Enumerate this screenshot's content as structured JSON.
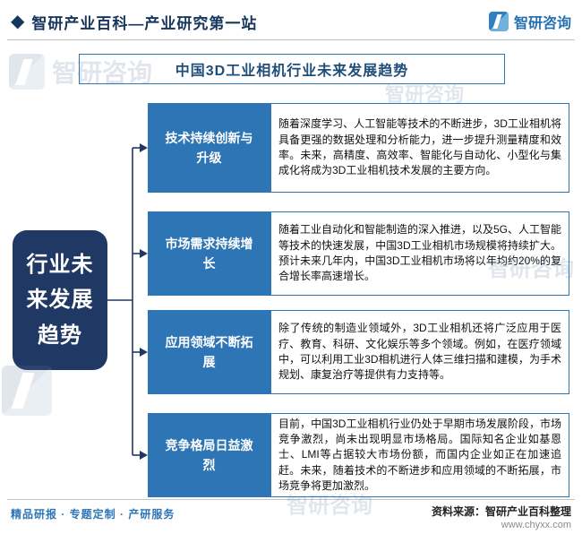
{
  "header": {
    "title": "智研产业百科—产业研究第一站",
    "logo_text": "智研咨询"
  },
  "main": {
    "title": "中国3D工业相机行业未来发展趋势",
    "left_label": "行业未来发展趋势",
    "rows": [
      {
        "label": "技术持续创新与升级",
        "content": "随着深度学习、人工智能等技术的不断进步，3D工业相机将具备更强的数据处理和分析能力，进一步提升测量精度和效率。未来，高精度、高效率、智能化与自动化、小型化与集成化将成为3D工业相机技术发展的主要方向。"
      },
      {
        "label": "市场需求持续增长",
        "content": "随着工业自动化和智能制造的深入推进，以及5G、人工智能等技术的快速发展，中国3D工业相机市场规模将持续扩大。预计未来几年内，中国3D工业相机市场将以年均约20%的复合增长率高速增长。"
      },
      {
        "label": "应用领域不断拓展",
        "content": "除了传统的制造业领域外，3D工业相机还将广泛应用于医疗、教育、科研、文化娱乐等多个领域。例如，在医疗领域中，可以利用工业3D相机进行人体三维扫描和建模，为手术规划、康复治疗等提供有力支持等。"
      },
      {
        "label": "竞争格局日益激烈",
        "content": "目前，中国3D工业相机行业仍处于早期市场发展阶段，市场竞争激烈，尚未出现明显市场格局。国际知名企业如基恩士、LMI等占据较大市场份额，而国内企业如正在加速追赶。未来，随着技术的不断进步和应用领域的不断拓展，市场竞争将更加激烈。"
      }
    ]
  },
  "footer": {
    "services": "精品研报 · 专题定制 · 产研服务",
    "source": "资料来源：智研产业百科整理",
    "website": "www.chyxx.com"
  },
  "watermark": {
    "text": "智研咨询"
  },
  "colors": {
    "navy": "#203864",
    "blue": "#2e75b6",
    "header_text": "#17365d",
    "title_text": "#1f4e79",
    "footer_blue": "#2e75b6"
  }
}
